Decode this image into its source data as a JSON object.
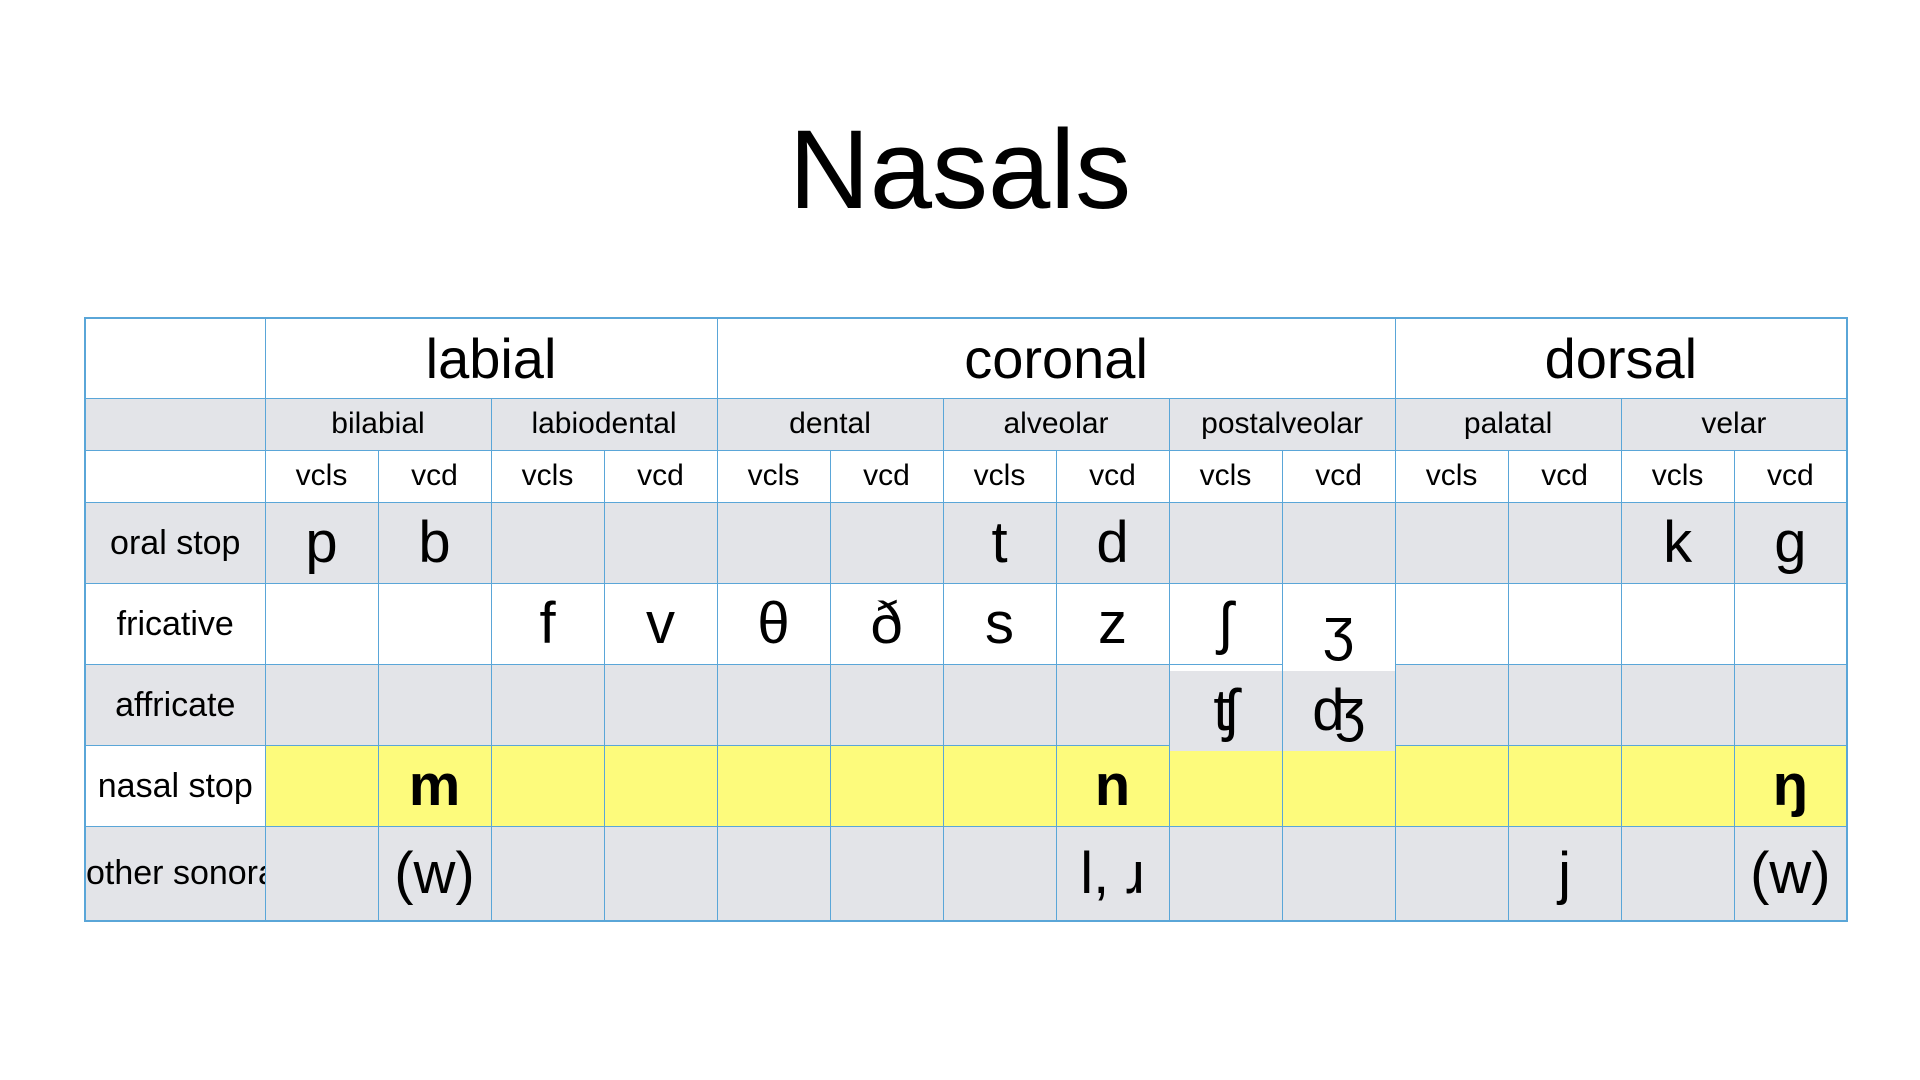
{
  "title": "Nasals",
  "places": [
    {
      "label": "labial",
      "span": 4
    },
    {
      "label": "coronal",
      "span": 6
    },
    {
      "label": "dorsal",
      "span": 4
    }
  ],
  "subplaces": [
    "bilabial",
    "labiodental",
    "dental",
    "alveolar",
    "postalveolar",
    "palatal",
    "velar"
  ],
  "voicing": [
    "vcls",
    "vcd",
    "vcls",
    "vcd",
    "vcls",
    "vcd",
    "vcls",
    "vcd",
    "vcls",
    "vcd",
    "vcls",
    "vcd",
    "vcls",
    "vcd"
  ],
  "rows": [
    {
      "label": "oral stop",
      "cells": [
        "p",
        "b",
        "",
        "",
        "",
        "",
        "t",
        "d",
        "",
        "",
        "",
        "",
        "k",
        "g"
      ]
    },
    {
      "label": "fricative",
      "cells": [
        "",
        "",
        "f",
        "v",
        "θ",
        "ð",
        "s",
        "z",
        "ʃ",
        "ʒ",
        "",
        "",
        "",
        ""
      ]
    },
    {
      "label": "affricate",
      "cells": [
        "",
        "",
        "",
        "",
        "",
        "",
        "",
        "",
        "ʧ",
        "ʤ",
        "",
        "",
        "",
        ""
      ]
    },
    {
      "label": "nasal stop",
      "cells": [
        "",
        "m",
        "",
        "",
        "",
        "",
        "",
        "n",
        "",
        "",
        "",
        "",
        "",
        "ŋ"
      ],
      "highlight_color": "#fdfb7c"
    },
    {
      "label": "other sonorant",
      "cells": [
        "",
        "(w)",
        "",
        "",
        "",
        "",
        "",
        "l, ɹ",
        "",
        "",
        "",
        "j",
        "",
        "(w)"
      ]
    }
  ],
  "colors": {
    "border": "#5aa6d8",
    "grey_fill": "#e3e4e8",
    "highlight": "#fdfb7c"
  }
}
